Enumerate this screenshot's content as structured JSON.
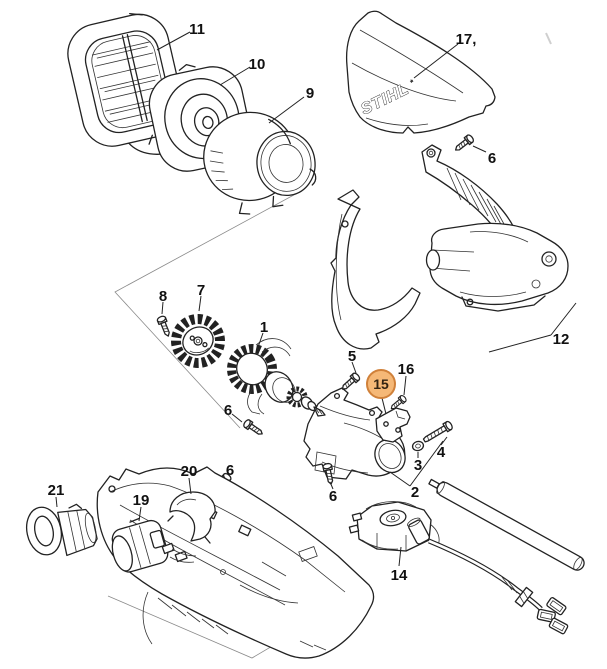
{
  "diagram": {
    "type": "exploded-parts-diagram",
    "background": "#ffffff",
    "line_color": "#222222",
    "highlight": {
      "fill": "#F5B877",
      "stroke": "#D0813A",
      "selected_part": "15"
    },
    "brand_logo": {
      "text": "STIHL",
      "mark": "*"
    },
    "labels": [
      {
        "text": "11"
      },
      {
        "text": "10"
      },
      {
        "text": "9"
      },
      {
        "text": "17,"
      },
      {
        "text": "6"
      },
      {
        "text": "12"
      },
      {
        "text": "8"
      },
      {
        "text": "7"
      },
      {
        "text": "1"
      },
      {
        "text": "6"
      },
      {
        "text": "5"
      },
      {
        "text": "16"
      },
      {
        "text": "15",
        "highlighted": true
      },
      {
        "text": "3"
      },
      {
        "text": "4"
      },
      {
        "text": "2"
      },
      {
        "text": "6"
      },
      {
        "text": "20"
      },
      {
        "text": "6"
      },
      {
        "text": "21"
      },
      {
        "text": "19"
      },
      {
        "text": "14"
      }
    ]
  }
}
